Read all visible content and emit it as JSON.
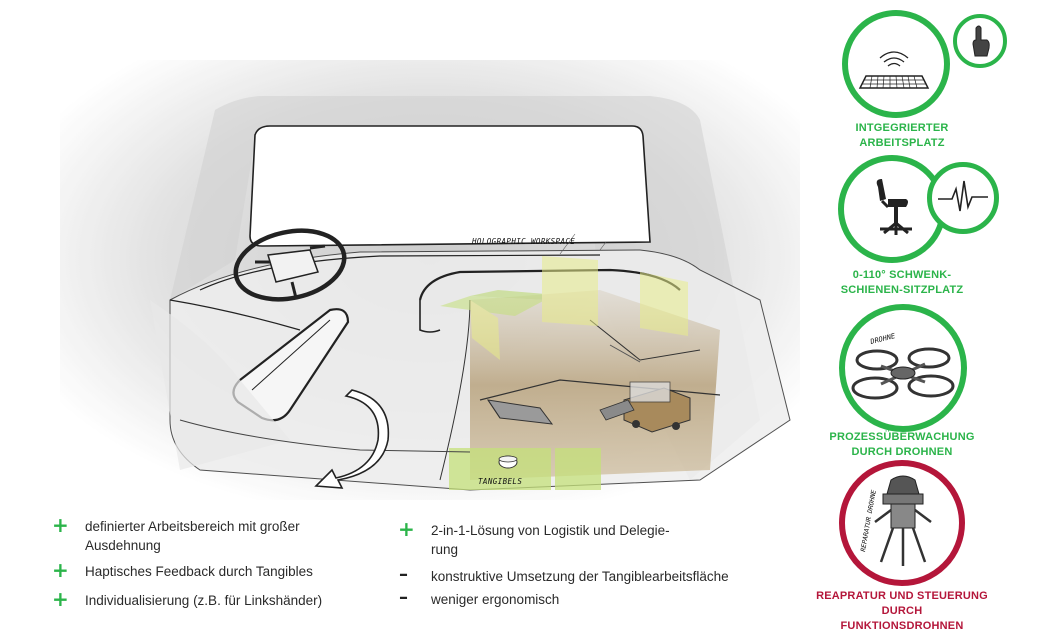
{
  "scene": {
    "holographic_label": "HOLOGRAPHIC WORKSPACE",
    "tangibels_label": "TANGIBELS"
  },
  "features": [
    {
      "label_line1": "INTGEGRIERTER",
      "label_line2": "ARBEITSPLATZ",
      "color": "#2bb44a"
    },
    {
      "label_line1": "0-110° SCHWENK-",
      "label_line2": "SCHIENEN-SITZPLATZ",
      "color": "#2bb44a"
    },
    {
      "label_line1": "PROZESSÜBERWACHUNG",
      "label_line2": "DURCH DROHNEN",
      "color": "#2bb44a",
      "drone_caption": "DROHNE"
    },
    {
      "label_line1": "REAPRATUR UND STEUERUNG DURCH",
      "label_line2": "FUNKTIONSDROHNEN",
      "color": "#b4163a",
      "drone_caption": "REPARATUR DROHNE"
    }
  ],
  "pros_left": [
    {
      "line1": "definierter Arbeitsbereich mit großer",
      "line2": "Ausdehnung"
    },
    {
      "line1": "Haptisches Feedback durch Tangibles"
    },
    {
      "line1": "Individualisierung (z.B. für Linkshänder)"
    }
  ],
  "pros_right": [
    {
      "line1": "2-in-1-Lösung von Logistik und Delegie-",
      "line2": "rung"
    }
  ],
  "cons": [
    {
      "line1": "konstruktive Umsetzung der Tangiblearbeitsfläche"
    },
    {
      "line1": "weniger ergonomisch"
    }
  ],
  "colors": {
    "plus": "#2bb44a",
    "accent_red": "#b4163a",
    "hologram": "#d9e87a"
  }
}
